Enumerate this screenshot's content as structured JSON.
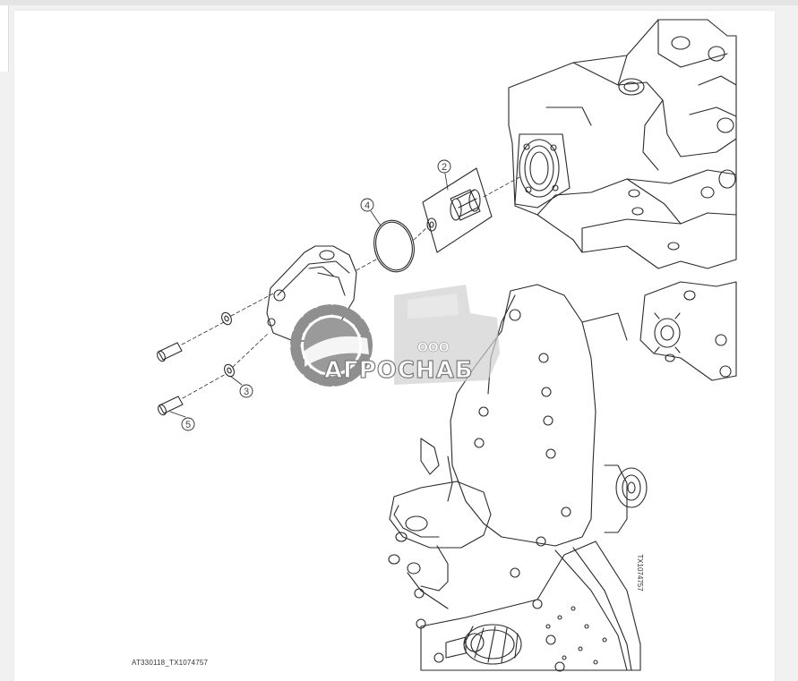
{
  "figure": {
    "caption": "AT330118_TX1074757",
    "side_code": "TX1074757",
    "callouts": [
      "2",
      "4",
      "3",
      "5"
    ]
  },
  "watermark": {
    "company": "ООО",
    "brand": "АГРОСНАБ",
    "colors": {
      "gear": "#8f8f8f",
      "text_fill": "#ffffff",
      "tractor": "#d0d0d0"
    }
  }
}
